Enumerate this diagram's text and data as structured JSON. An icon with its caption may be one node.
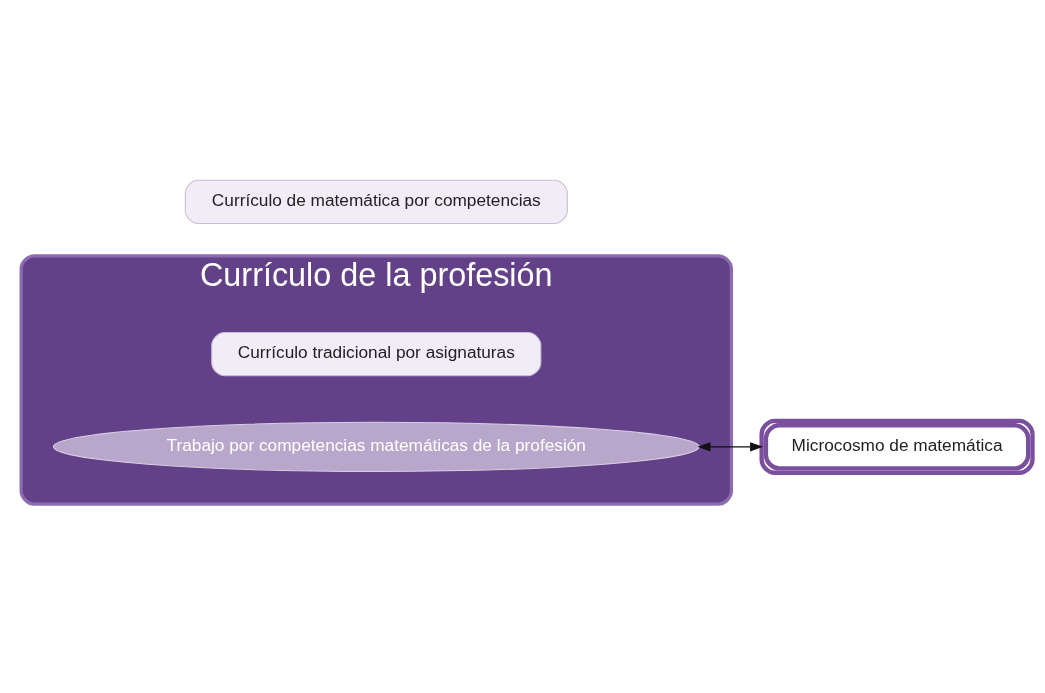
{
  "diagram": {
    "nodes": [
      {
        "text": [
          "Currículo de la profesión"
        ]
      },
      {
        "text": [
          "Currículo tradicional por asignaturas"
        ],
        "in": 0
      },
      {
        "text": [
          "Currículo de matemática por competencias"
        ]
      },
      {
        "text": [
          "Trabajo por competencias matemáticas de la profesión"
        ],
        "in": 0
      },
      {
        "text": [
          "Microcosmo de matemática"
        ]
      }
    ],
    "edges": [
      {
        "from": 3,
        "to": 4,
        "arrow": "both"
      }
    ]
  }
}
